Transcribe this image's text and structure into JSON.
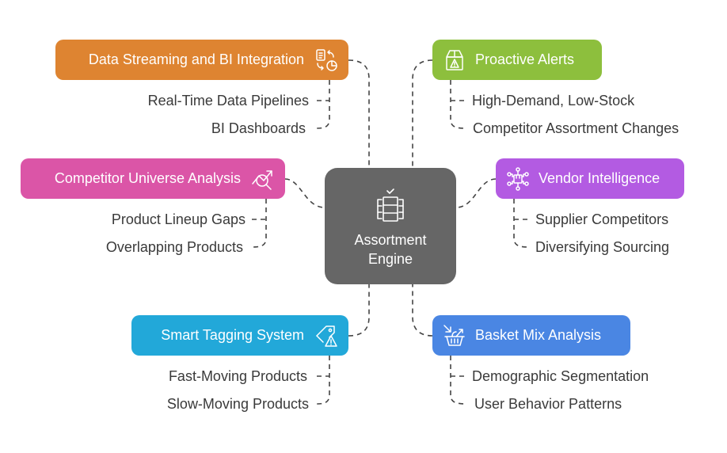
{
  "center": {
    "title_line1": "Assortment",
    "title_line2": "Engine",
    "icon": "checklist-server-icon",
    "color": "#666666"
  },
  "branches": [
    {
      "id": "data-streaming",
      "title": "Data Streaming and BI Integration",
      "icon": "document-chart-sync-icon",
      "color": "#DE8431",
      "items": [
        "Real-Time Data Pipelines",
        "BI Dashboards"
      ]
    },
    {
      "id": "proactive-alerts",
      "title": "Proactive Alerts",
      "icon": "box-warning-icon",
      "color": "#8DBF3D",
      "items": [
        "High-Demand, Low-Stock",
        "Competitor Assortment Changes"
      ]
    },
    {
      "id": "competitor-universe",
      "title": "Competitor Universe Analysis",
      "icon": "trend-search-icon",
      "color": "#DB55A7",
      "items": [
        "Product Lineup Gaps",
        "Overlapping Products"
      ]
    },
    {
      "id": "vendor-intelligence",
      "title": "Vendor Intelligence",
      "icon": "network-box-icon",
      "color": "#B35BE2",
      "items": [
        "Supplier Competitors",
        "Diversifying Sourcing"
      ]
    },
    {
      "id": "smart-tagging",
      "title": "Smart Tagging System",
      "icon": "tag-warning-icon",
      "color": "#22A8D9",
      "items": [
        "Fast-Moving Products",
        "Slow-Moving Products"
      ]
    },
    {
      "id": "basket-mix",
      "title": "Basket Mix Analysis",
      "icon": "basket-icon",
      "color": "#4A86E3",
      "items": [
        "Demographic Segmentation",
        "User Behavior Patterns"
      ]
    }
  ]
}
